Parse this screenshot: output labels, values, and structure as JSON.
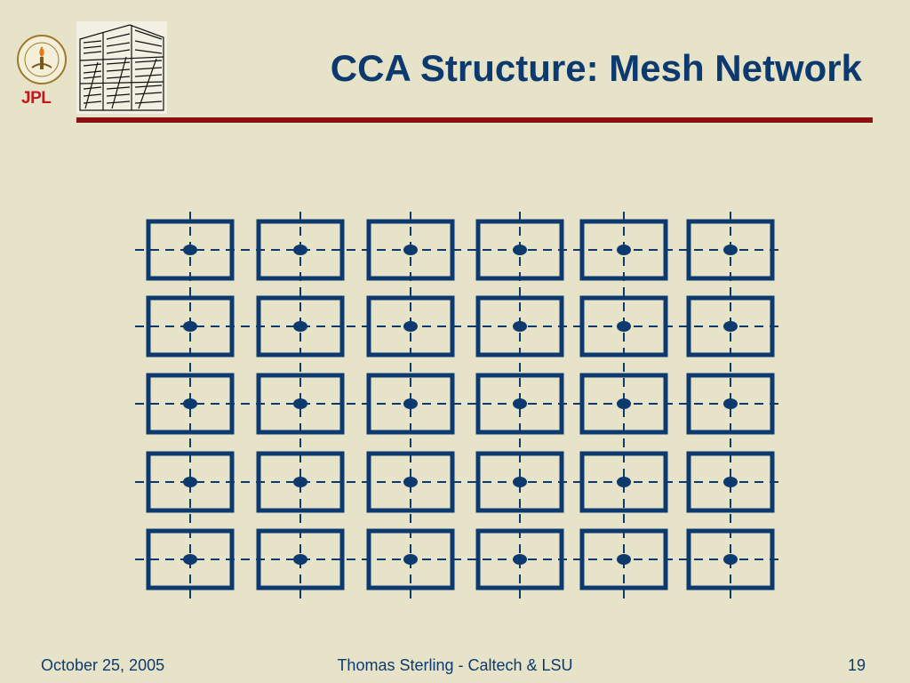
{
  "slide": {
    "title": "CCA Structure: Mesh Network",
    "logo_text": "JPL"
  },
  "mesh": {
    "rows": 5,
    "columns": 6,
    "node_shape": "square-outline-with-center-dot",
    "link_style": "dashed",
    "colors": {
      "node": "#0d3a6e",
      "rule": "#8b0f13",
      "background": "#e6e3c8"
    }
  },
  "footer": {
    "date": "October 25, 2005",
    "author": "Thomas Sterling - Caltech & LSU",
    "page": "19"
  }
}
